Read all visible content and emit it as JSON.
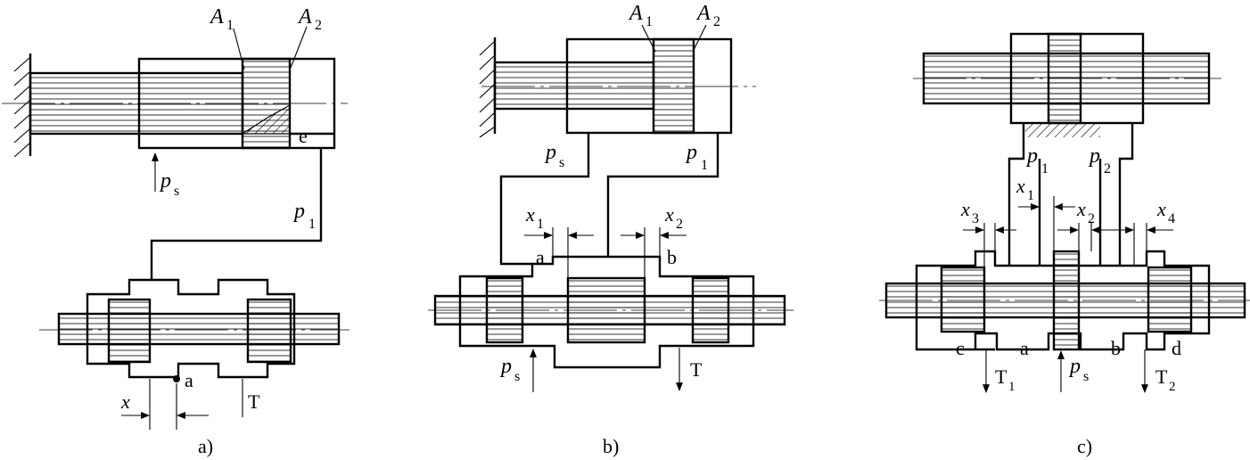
{
  "panel_a": {
    "caption": "a)",
    "area1": "A",
    "area1_sub": "1",
    "area2": "A",
    "area2_sub": "2",
    "chamber": "e",
    "supply": "p",
    "supply_sub": "s",
    "line": "p",
    "line_sub": "1",
    "port": "a",
    "tank": "T",
    "disp": "x"
  },
  "panel_b": {
    "caption": "b)",
    "area1": "A",
    "area1_sub": "1",
    "area2": "A",
    "area2_sub": "2",
    "supply_top": "p",
    "supply_top_sub": "s",
    "line": "p",
    "line_sub": "1",
    "disp1": "x",
    "disp1_sub": "1",
    "disp2": "x",
    "disp2_sub": "2",
    "port_a": "a",
    "port_b": "b",
    "supply": "p",
    "supply_sub": "s",
    "tank": "T"
  },
  "panel_c": {
    "caption": "c)",
    "line1": "p",
    "line1_sub": "1",
    "line2": "p",
    "line2_sub": "2",
    "disp1": "x",
    "disp1_sub": "1",
    "disp2": "x",
    "disp2_sub": "2",
    "disp3": "x",
    "disp3_sub": "3",
    "disp4": "x",
    "disp4_sub": "4",
    "port_c": "c",
    "port_a": "a",
    "port_b": "b",
    "port_d": "d",
    "tank1": "T",
    "tank1_sub": "1",
    "supply": "p",
    "supply_sub": "s",
    "tank2": "T",
    "tank2_sub": "2"
  }
}
